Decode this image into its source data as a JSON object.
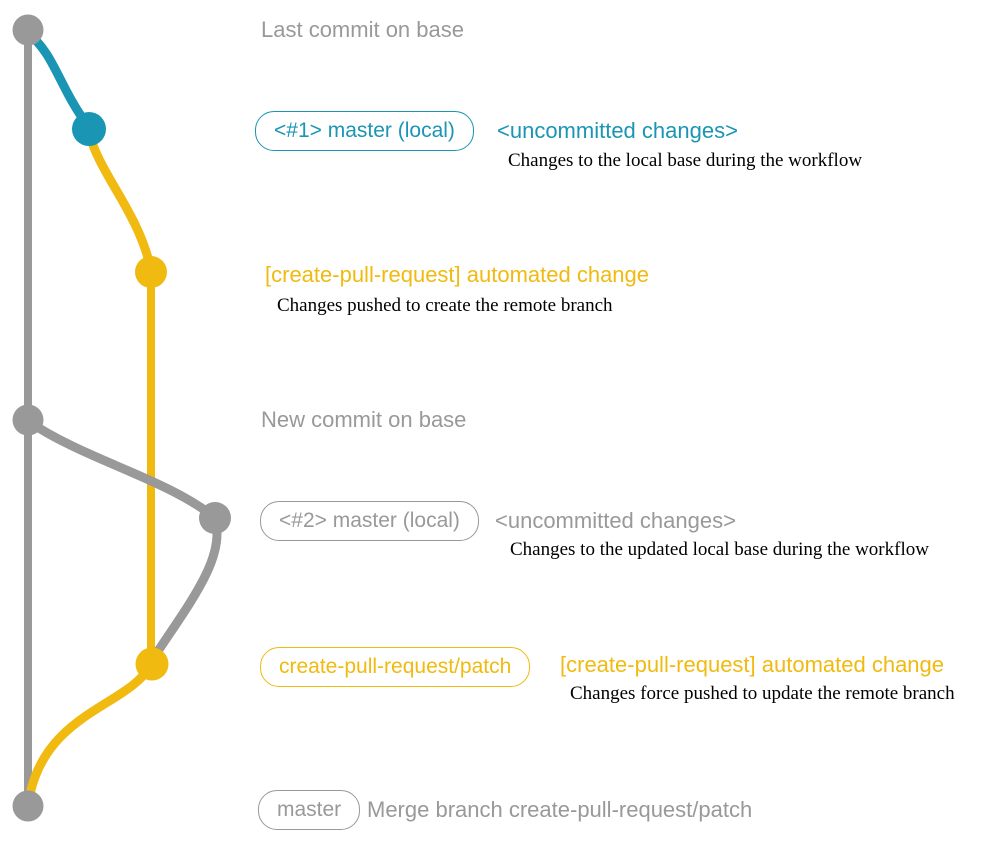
{
  "colors": {
    "gray": "#999999",
    "teal": "#1b95b4",
    "yellow": "#f0ba10",
    "ink": "#000000",
    "bg": "#ffffff"
  },
  "graph": {
    "base_branch_color_name": "gray",
    "local_branch_color_names": [
      "teal",
      "gray"
    ],
    "remote_branch_color_name": "yellow",
    "commit_nodes": [
      "last-commit-on-base",
      "local-master-1",
      "remote-branch-created",
      "new-commit-on-base",
      "local-master-2",
      "remote-branch-force-updated",
      "merge-commit"
    ]
  },
  "annotations": {
    "last_commit": {
      "title": "Last commit on base"
    },
    "local1": {
      "badge": "<#1> master (local)",
      "title": "<uncommitted changes>",
      "subtitle": "Changes to the local base during the workflow"
    },
    "push1": {
      "title": "[create-pull-request] automated change",
      "subtitle": "Changes pushed to create the remote branch"
    },
    "new_commit": {
      "title": "New commit on base"
    },
    "local2": {
      "badge": "<#2> master (local)",
      "title": "<uncommitted changes>",
      "subtitle": "Changes to the updated local base during the workflow"
    },
    "push2": {
      "badge": "create-pull-request/patch",
      "title": "[create-pull-request] automated change",
      "subtitle": "Changes force pushed to update the remote branch"
    },
    "merge": {
      "badge": "master",
      "title": "Merge branch create-pull-request/patch"
    }
  }
}
